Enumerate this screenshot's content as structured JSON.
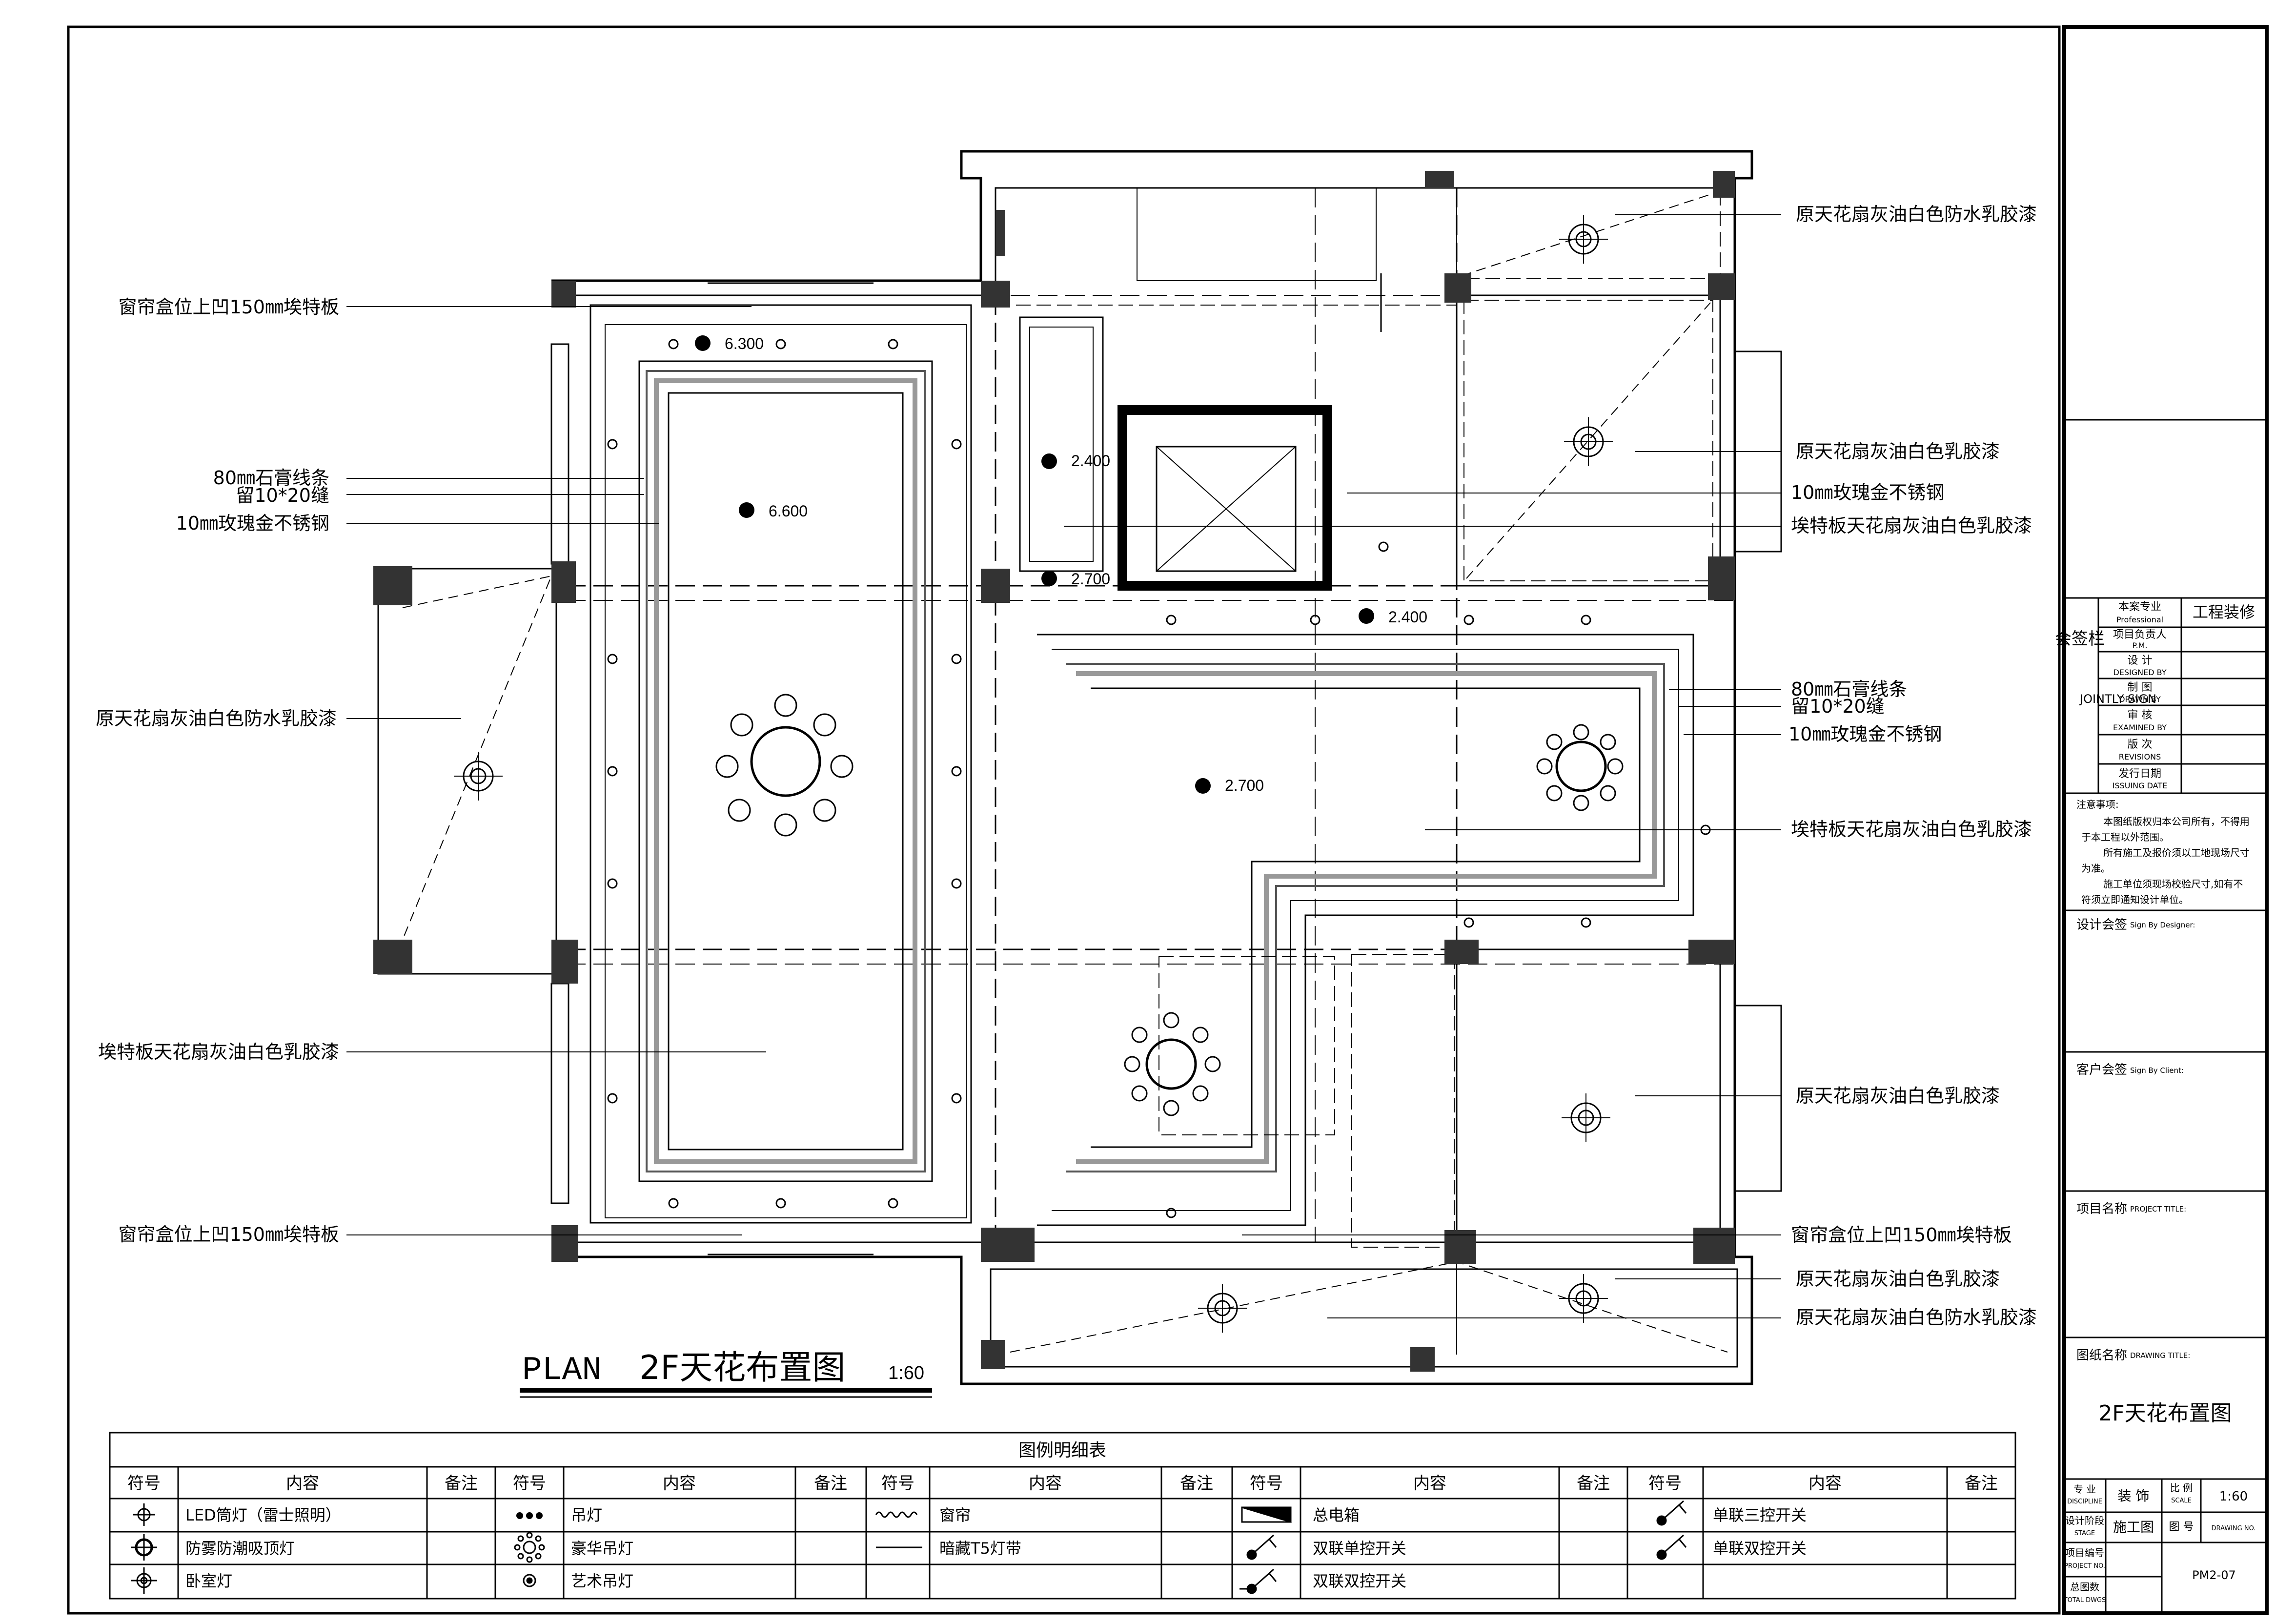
{
  "drawing": {
    "title_prefix": "PLAN",
    "title_main": "2F天花布置图",
    "title_scale": "1:60"
  },
  "annotations": {
    "left": [
      "窗帘盒位上凹150㎜埃特板",
      "80㎜石膏线条",
      "留10*20缝",
      "10㎜玫瑰金不锈钢",
      "原天花扇灰油白色防水乳胶漆",
      "埃特板天花扇灰油白色乳胶漆",
      "窗帘盒位上凹150㎜埃特板"
    ],
    "right": [
      "原天花扇灰油白色防水乳胶漆",
      "原天花扇灰油白色乳胶漆",
      "10㎜玫瑰金不锈钢",
      "埃特板天花扇灰油白色乳胶漆",
      "80㎜石膏线条",
      "留10*20缝",
      "10㎜玫瑰金不锈钢",
      "埃特板天花扇灰油白色乳胶漆",
      "原天花扇灰油白色乳胶漆",
      "窗帘盒位上凹150㎜埃特板",
      "原天花扇灰油白色乳胶漆",
      "原天花扇灰油白色防水乳胶漆"
    ]
  },
  "elevations": [
    "6.300",
    "6.600",
    "2.400",
    "2.700",
    "2.400",
    "2.700"
  ],
  "legend": {
    "title": "图例明细表",
    "headers": [
      "符号",
      "内容",
      "备注"
    ],
    "items": [
      [
        "LED筒灯（雷士照明）",
        "防雾防潮吸顶灯",
        "卧室灯"
      ],
      [
        "吊灯",
        "豪华吊灯",
        "艺术吊灯"
      ],
      [
        "窗帘",
        "暗藏T5灯带"
      ],
      [
        "总电箱",
        "双联单控开关",
        "双联双控开关"
      ],
      [
        "单联三控开关",
        "单联双控开关"
      ]
    ]
  },
  "title_block": {
    "jointly_sign_cn": "会签栏",
    "jointly_sign_en": "JOINTLY SIGN",
    "company_header": "工程装修",
    "rows": [
      {
        "cn": "本案专业",
        "en": "Professional"
      },
      {
        "cn": "项目负责人",
        "en": "P.M."
      },
      {
        "cn": "设  计",
        "en": "DESIGNED BY"
      },
      {
        "cn": "制  图",
        "en": "DRAWN BY"
      },
      {
        "cn": "审  核",
        "en": "EXAMINED BY"
      },
      {
        "cn": "版  次",
        "en": "REVISIONS"
      },
      {
        "cn": "发行日期",
        "en": "ISSUING DATE"
      }
    ],
    "notes_title": "注意事项:",
    "notes": [
      "本图纸版权归本公司所有，不得用",
      "于本工程以外范围。",
      "所有施工及报价须以工地现场尺寸",
      "为准。",
      "施工单位须现场校验尺寸,如有不",
      "符须立即通知设计单位。"
    ],
    "designer_sign": "设计会签",
    "designer_sign_en": "Sign By Designer:",
    "client_sign": "客户会签",
    "client_sign_en": "Sign By Client:",
    "project_title": "项目名称",
    "project_title_en": "PROJECT TITLE:",
    "drawing_title": "图纸名称",
    "drawing_title_en": "DRAWING TITLE:",
    "drawing_name": "2F天花布置图",
    "discipline_cn": "专  业",
    "discipline_en": "DISCIPLINE",
    "discipline_val": "装  饰",
    "scale_cn": "比  例",
    "scale_en": "SCALE",
    "scale_val": "1:60",
    "stage_cn": "设计阶段",
    "stage_en": "STAGE",
    "stage_val": "施工图",
    "drawing_no_cn": "图  号",
    "drawing_no_en": "DRAWING NO.",
    "project_no_cn": "项目编号",
    "project_no_en": "PROJECT NO.",
    "total_cn": "总图数",
    "total_en": "TOTAL DWGS",
    "drawing_no_val": "PM2-07"
  }
}
